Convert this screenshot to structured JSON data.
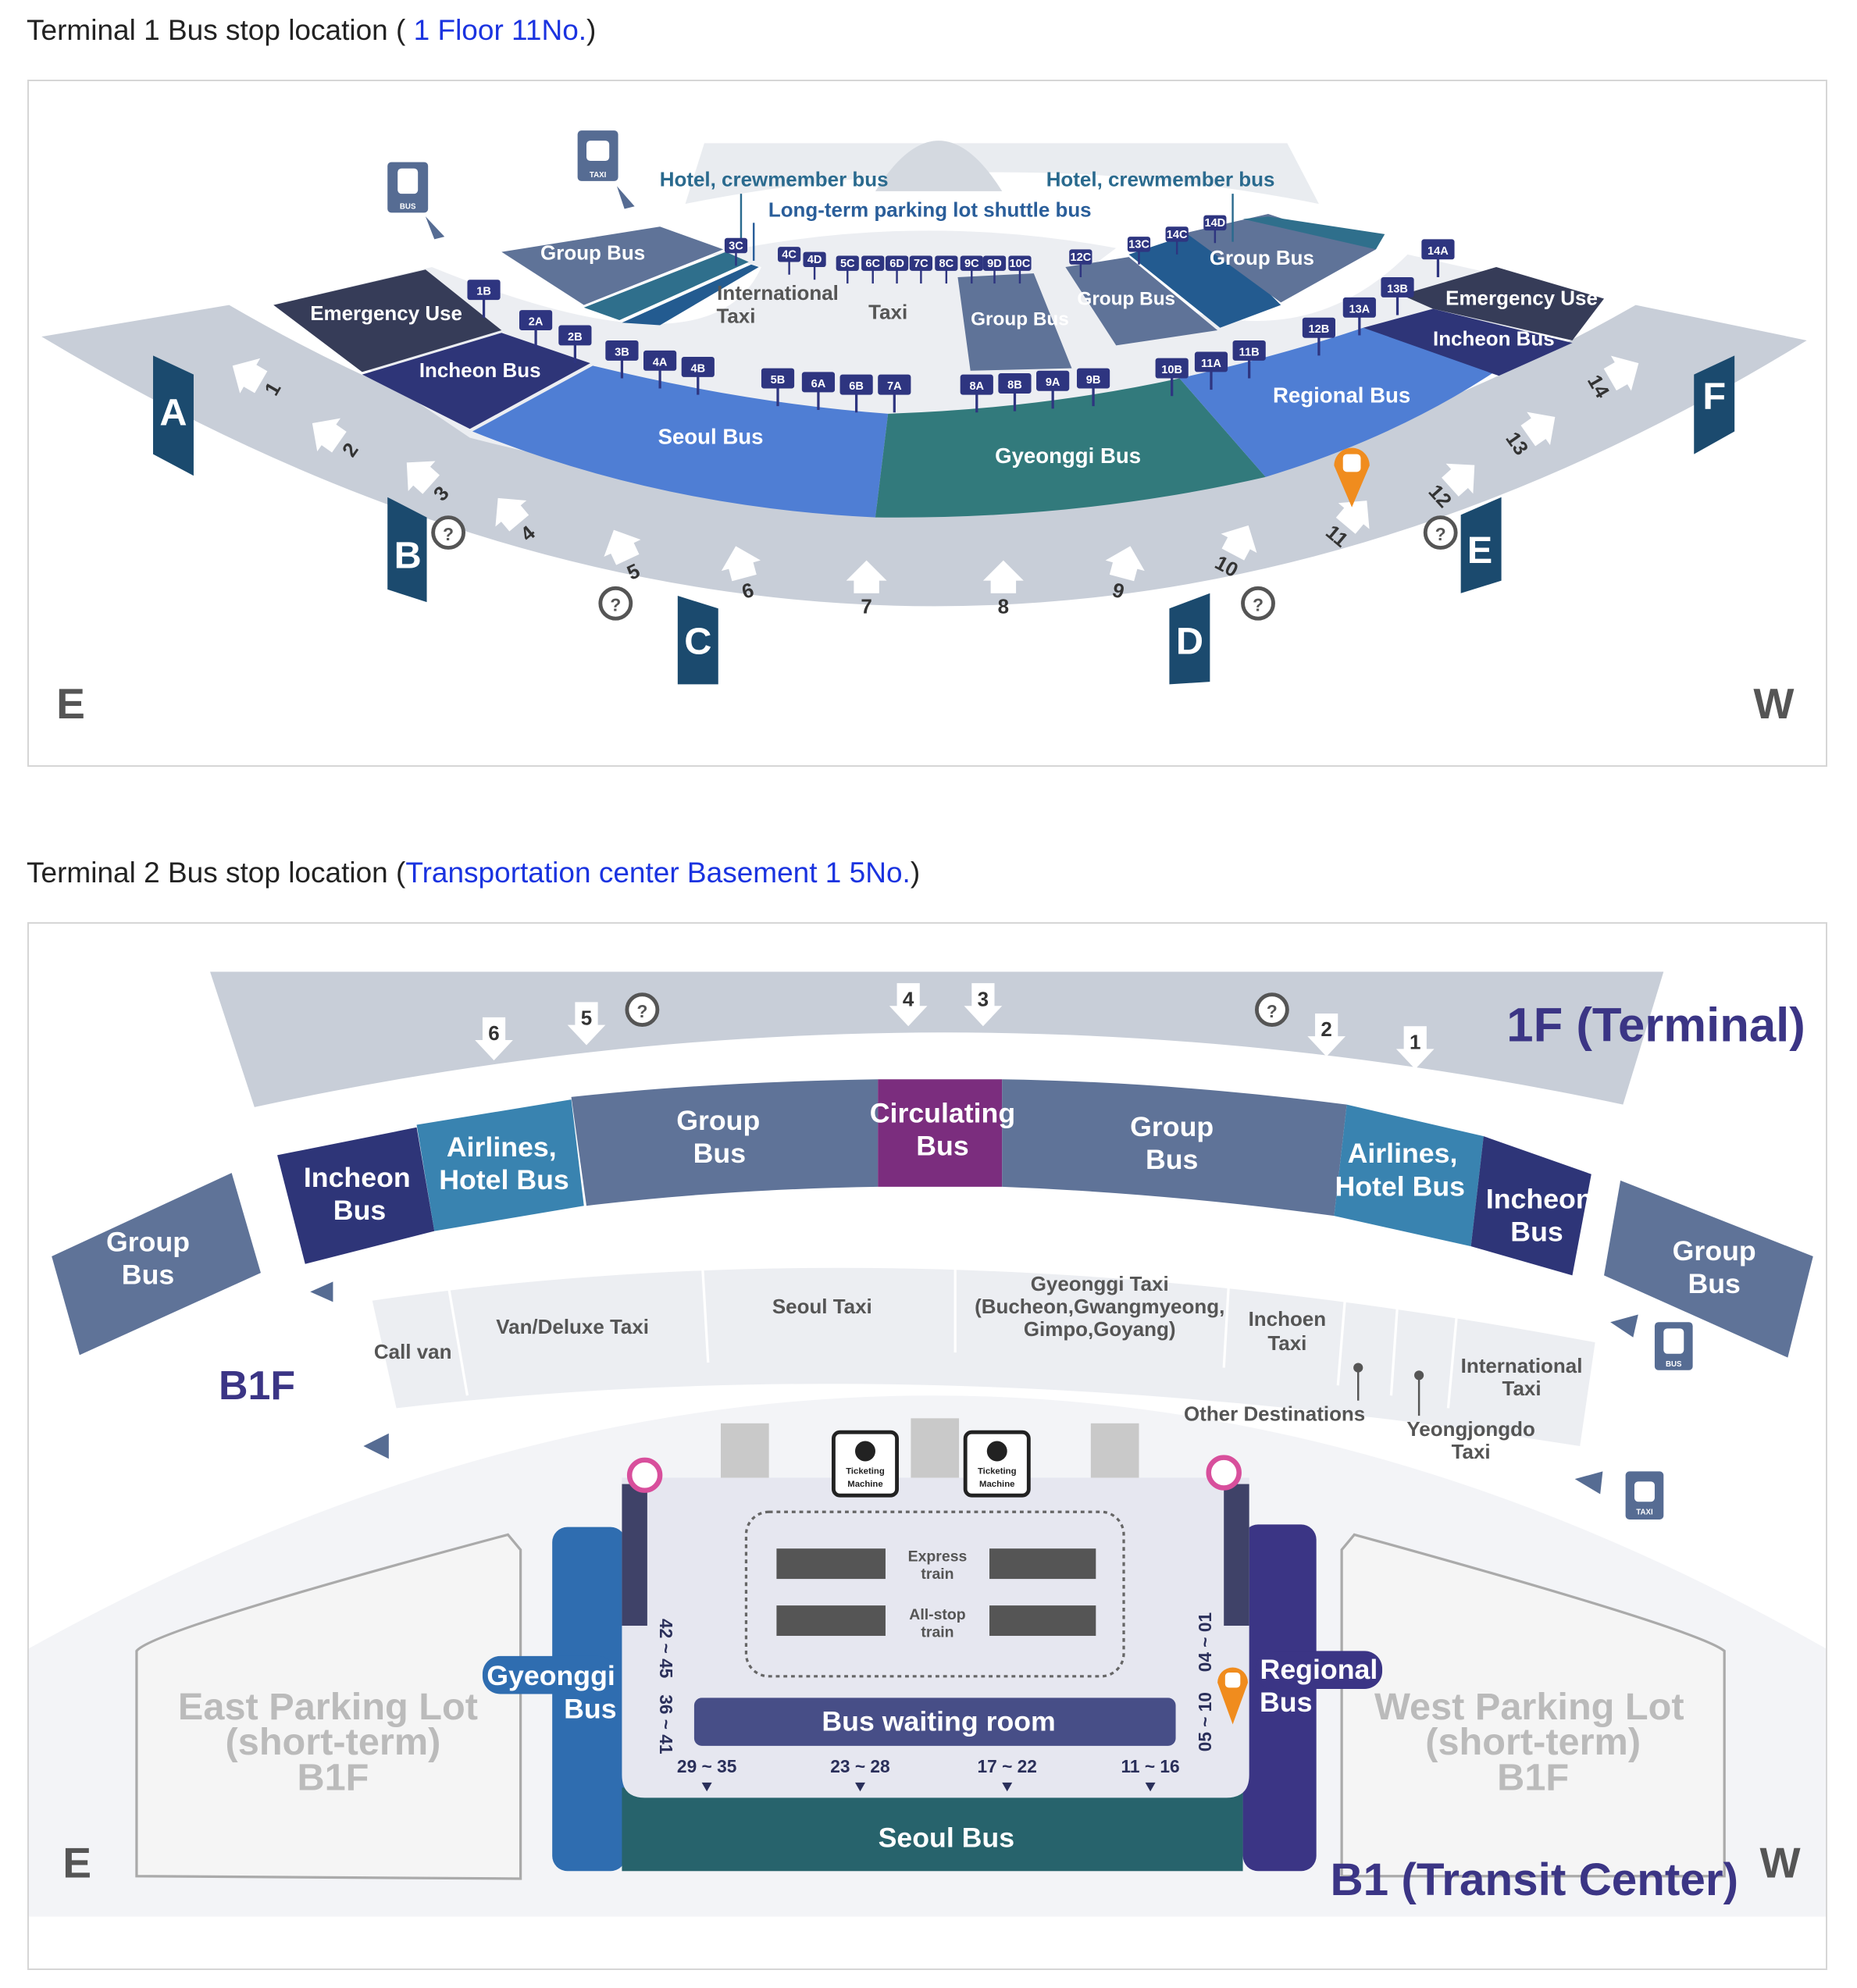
{
  "terminal1": {
    "title_prefix": "Terminal 1 Bus stop location (",
    "title_link": " 1 Floor 11No.",
    "title_suffix": ")",
    "compass": {
      "east": "E",
      "west": "W"
    },
    "gates": [
      "A",
      "B",
      "C",
      "D",
      "E",
      "F"
    ],
    "exits": [
      "1",
      "2",
      "3",
      "4",
      "5",
      "6",
      "7",
      "8",
      "9",
      "10",
      "11",
      "12",
      "13",
      "14"
    ],
    "zones": {
      "emergency_left": "Emergency Use",
      "incheon_left": "Incheon Bus",
      "seoul": "Seoul Bus",
      "gyeonggi": "Gyeonggi Bus",
      "regional": "Regional Bus",
      "incheon_right": "Incheon Bus",
      "emergency_right": "Emergency Use",
      "group_left": "Group Bus",
      "group_mid1": "Group Bus",
      "group_mid2": "Group Bus",
      "group_right": "Group Bus",
      "intl_taxi_1": "International",
      "intl_taxi_2": "Taxi",
      "taxi": "Taxi"
    },
    "callouts": {
      "hotel_left": "Hotel, crewmember bus",
      "hotel_right": "Hotel, crewmember bus",
      "longterm": "Long-term parking lot shuttle bus"
    },
    "icons": {
      "bus": "BUS",
      "taxi": "TAXI"
    },
    "stops_outer": [
      "1B",
      "2A",
      "2B",
      "3B",
      "4A",
      "4B",
      "5B",
      "6A",
      "6B",
      "7A",
      "8A",
      "8B",
      "9A",
      "9B",
      "10B",
      "11A",
      "11B",
      "12B",
      "13A",
      "13B",
      "14A"
    ],
    "stops_inner": [
      "3C",
      "4C",
      "4D",
      "5C",
      "6C",
      "6D",
      "7C",
      "8C",
      "9C",
      "9D",
      "10C",
      "12C",
      "13C",
      "14C",
      "14D"
    ],
    "current_stop": "11",
    "colors": {
      "gray": "#c8ced8",
      "gate": "#1b4a6e",
      "pin": "#f08c1e"
    }
  },
  "terminal2": {
    "title_prefix": "Terminal 2 Bus stop location (",
    "title_link": "Transportation center Basement 1 5No.",
    "title_suffix": ")",
    "compass": {
      "east": "E",
      "west": "W"
    },
    "floor_1f": "1F (Terminal)",
    "floor_b1f": "B1F",
    "floor_b1": "B1 (Transit Center)",
    "exits": [
      "6",
      "5",
      "4",
      "3",
      "2",
      "1"
    ],
    "zones_1f": {
      "group_far_left_1": "Group",
      "group_far_left_2": "Bus",
      "incheon_left_1": "Incheon",
      "incheon_left_2": "Bus",
      "airlines_left_1": "Airlines,",
      "airlines_left_2": "Hotel Bus",
      "group_left_1": "Group",
      "group_left_2": "Bus",
      "circ_1": "Circulating",
      "circ_2": "Bus",
      "group_right_1": "Group",
      "group_right_2": "Bus",
      "airlines_right_1": "Airlines,",
      "airlines_right_2": "Hotel Bus",
      "incheon_right_1": "Incheon",
      "incheon_right_2": "Bus",
      "group_far_right_1": "Group",
      "group_far_right_2": "Bus"
    },
    "taxi_zones": {
      "call_van": "Call van",
      "van_deluxe": "Van/Deluxe Taxi",
      "seoul_taxi": "Seoul Taxi",
      "gyeonggi_1": "Gyeonggi Taxi",
      "gyeonggi_2": "(Bucheon,Gwangmyeong,",
      "gyeonggi_3": "Gimpo,Goyang)",
      "inchoen_1": "Inchoen",
      "inchoen_2": "Taxi",
      "intl_1": "International",
      "intl_2": "Taxi",
      "other": "Other Destinations",
      "yeongjong_1": "Yeongjongdo",
      "yeongjong_2": "Taxi"
    },
    "b1": {
      "east_lot_1": "East Parking Lot",
      "east_lot_2": "(short-term)",
      "east_lot_3": "B1F",
      "west_lot_1": "West Parking Lot",
      "west_lot_2": "(short-term)",
      "west_lot_3": "B1F",
      "gyeonggi_1": "Gyeonggi",
      "gyeonggi_2": "Bus",
      "regional_1": "Regional",
      "regional_2": "Bus",
      "seoul": "Seoul Bus",
      "waiting": "Bus waiting room",
      "ticket_1": "Ticketing",
      "ticket_2": "Machine",
      "express_1": "Express",
      "express_2": "train",
      "allstop_1": "All-stop",
      "allstop_2": "train",
      "range_left_top": "42 ~ 45",
      "range_left_bot": "36 ~ 41",
      "range_right_top": "04 ~ 01",
      "range_right_bot": "05 ~ 10",
      "ranges_bottom": [
        "29 ~ 35",
        "23 ~ 28",
        "17 ~ 22",
        "11 ~ 16"
      ]
    },
    "icons": {
      "bus": "BUS",
      "taxi": "TAXI"
    },
    "colors": {
      "purple": "#3b3585",
      "circ": "#7b2d7e"
    }
  }
}
